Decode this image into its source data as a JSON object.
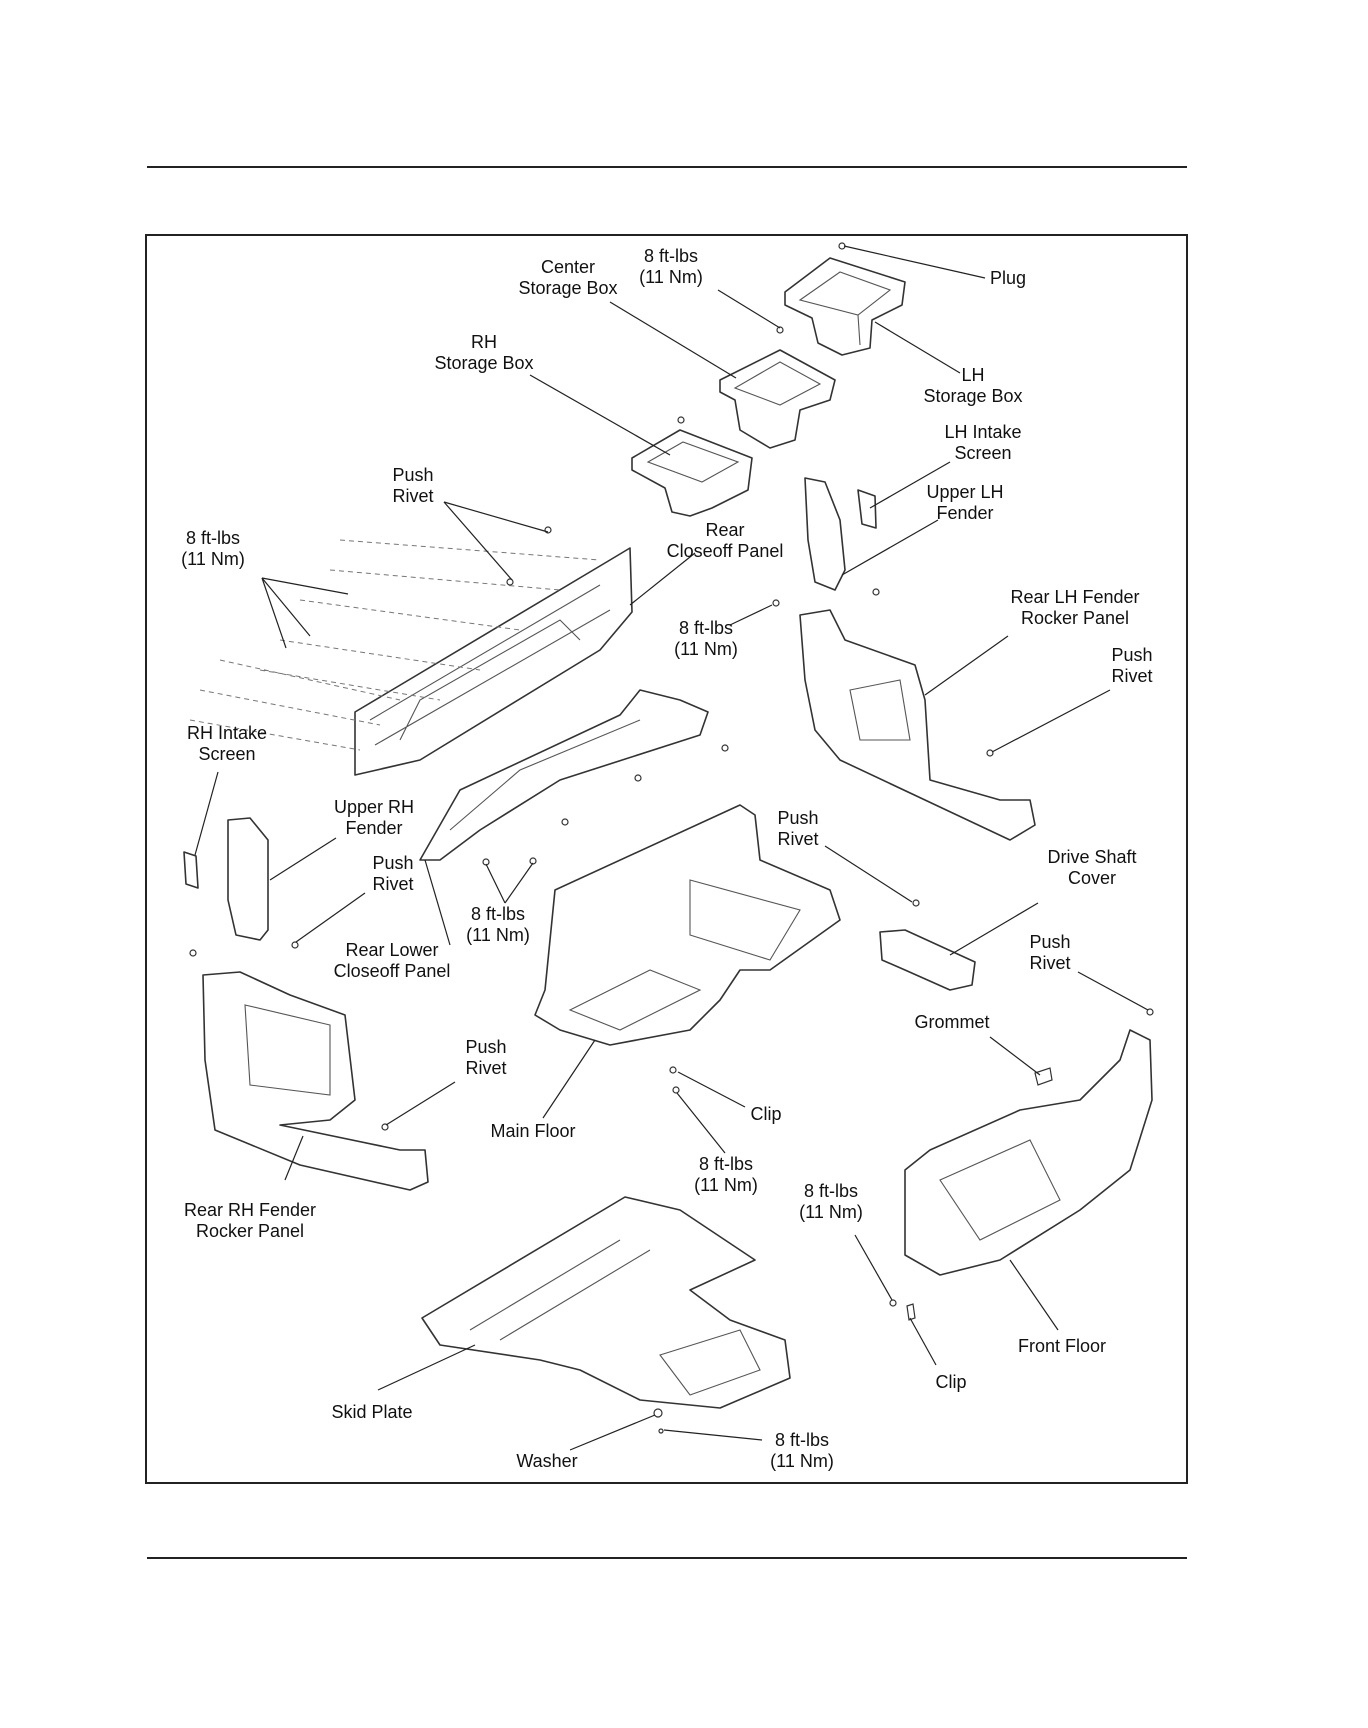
{
  "callouts": {
    "plug": [
      "Plug"
    ],
    "torque_top": [
      "8 ft-lbs",
      "(11 Nm)"
    ],
    "center_storage_box": [
      "Center",
      "Storage Box"
    ],
    "rh_storage_box": [
      "RH",
      "Storage Box"
    ],
    "lh_storage_box": [
      "LH",
      "Storage Box"
    ],
    "lh_intake_screen": [
      "LH Intake",
      "Screen"
    ],
    "upper_lh_fender": [
      "Upper LH",
      "Fender"
    ],
    "push_rivet_upper": [
      "Push",
      "Rivet"
    ],
    "torque_left": [
      "8 ft-lbs",
      "(11 Nm)"
    ],
    "rear_closeoff_panel": [
      "Rear",
      "Closeoff Panel"
    ],
    "torque_mid": [
      "8 ft-lbs",
      "(11 Nm)"
    ],
    "rear_lh_fender_rocker": [
      "Rear LH Fender",
      "Rocker Panel"
    ],
    "push_rivet_right": [
      "Push",
      "Rivet"
    ],
    "rh_intake_screen": [
      "RH Intake",
      "Screen"
    ],
    "upper_rh_fender": [
      "Upper RH",
      "Fender"
    ],
    "push_rivet_center": [
      "Push",
      "Rivet"
    ],
    "push_rivet_left": [
      "Push",
      "Rivet"
    ],
    "drive_shaft_cover": [
      "Drive Shaft",
      "Cover"
    ],
    "torque_lower_closeoff": [
      "8 ft-lbs",
      "(11 Nm)"
    ],
    "rear_lower_closeoff": [
      "Rear Lower",
      "Closeoff Panel"
    ],
    "push_rivet_far_right": [
      "Push",
      "Rivet"
    ],
    "grommet": [
      "Grommet"
    ],
    "push_rivet_lower_left": [
      "Push",
      "Rivet"
    ],
    "clip_upper": [
      "Clip"
    ],
    "main_floor": [
      "Main Floor"
    ],
    "torque_clip": [
      "8 ft-lbs",
      "(11 Nm)"
    ],
    "torque_front": [
      "8 ft-lbs",
      "(11 Nm)"
    ],
    "rear_rh_fender_rocker": [
      "Rear RH Fender",
      "Rocker Panel"
    ],
    "front_floor": [
      "Front Floor"
    ],
    "clip_lower": [
      "Clip"
    ],
    "skid_plate": [
      "Skid Plate"
    ],
    "washer": [
      "Washer"
    ],
    "torque_bottom": [
      "8 ft-lbs",
      "(11 Nm)"
    ]
  }
}
